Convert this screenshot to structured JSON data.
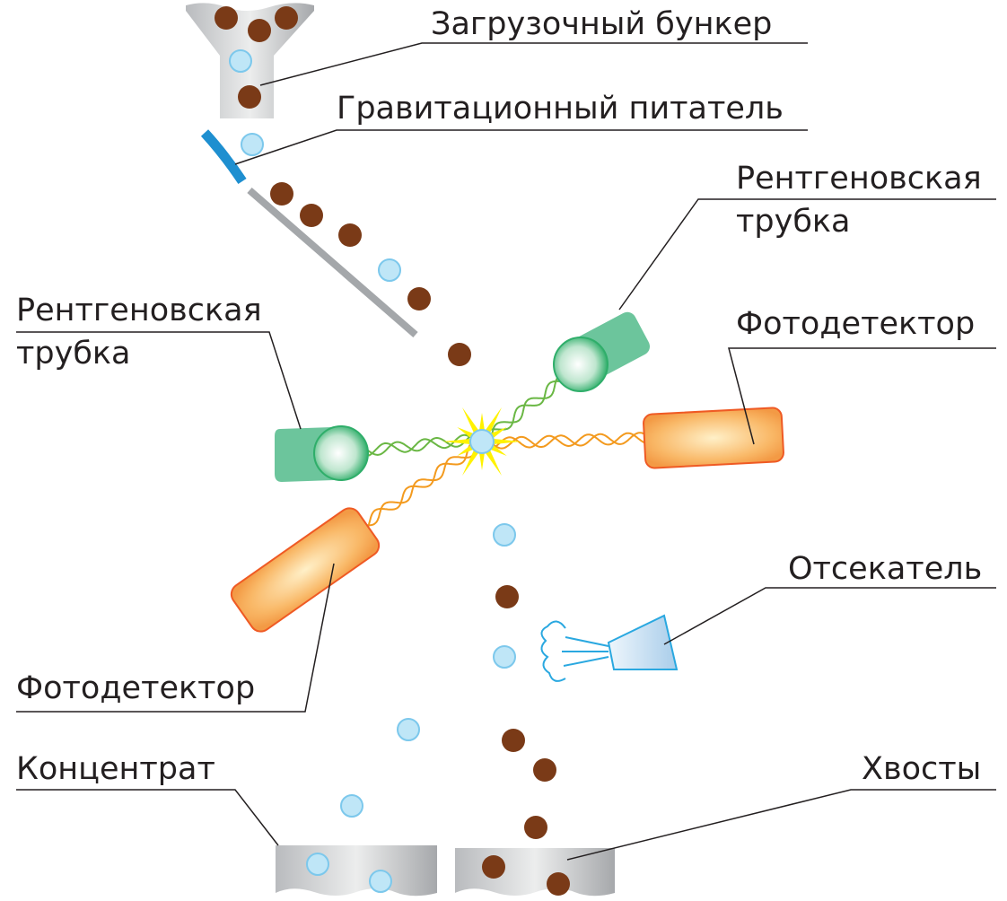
{
  "labels": {
    "hopper": "Загрузочный бункер",
    "feeder": "Гравитационный питатель",
    "xray_tube_right": [
      "Рентгеновская",
      "трубка"
    ],
    "xray_tube_left": [
      "Рентгеновская",
      "трубка"
    ],
    "photodetector_right": "Фотодетектор",
    "photodetector_left": "Фотодетектор",
    "ejector": "Отсекатель",
    "concentrate": "Концентрат",
    "tailings": "Хвосты"
  },
  "colors": {
    "ore_particle": "#7a3a17",
    "mineral_particle": "#bfe6f7",
    "feeder": "#1e8fd0",
    "xray_tube": "#6cc59c",
    "photodetector": "#f7a254",
    "xray_wave": "#6ab744",
    "fluorescence_wave": "#f39a1e",
    "flash": "#fff200"
  }
}
